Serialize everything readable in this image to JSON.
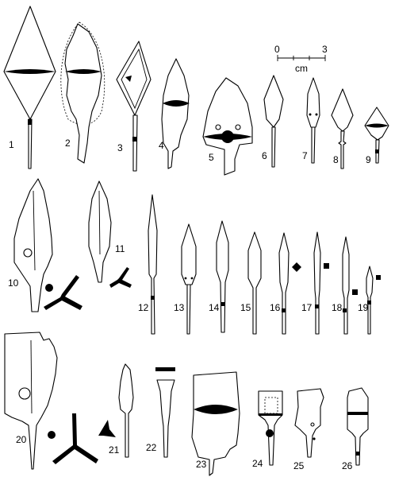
{
  "plate": {
    "figure_numbers": [
      "1",
      "2",
      "3",
      "4",
      "5",
      "6",
      "7",
      "8",
      "9",
      "10",
      "11",
      "12",
      "13",
      "14",
      "15",
      "16",
      "17",
      "18",
      "19",
      "20",
      "21",
      "22",
      "23",
      "24",
      "25",
      "26"
    ]
  },
  "scale_bar": {
    "min_label": "0",
    "max_label": "3",
    "unit_label": "cm"
  }
}
